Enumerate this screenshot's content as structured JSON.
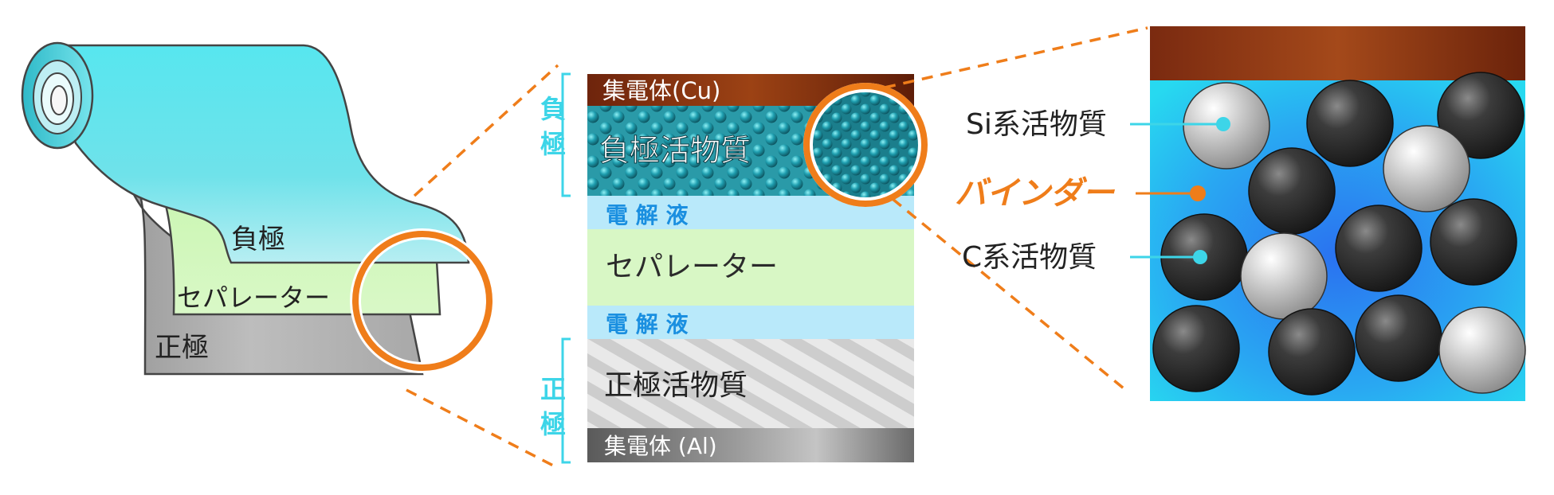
{
  "roll": {
    "anode_label": "負極",
    "separator_label": "セパレーター",
    "cathode_label": "正極"
  },
  "stack": {
    "anode_bracket": "負極",
    "cathode_bracket": "正極",
    "layers": {
      "cu_collector": "集電体(Cu)",
      "anode_active": "負極活物質",
      "electrolyte_top": "電 解 液",
      "separator": "セパレーター",
      "electrolyte_bottom": "電 解 液",
      "cathode_active": "正極活物質",
      "al_collector": "集電体 (Al)"
    }
  },
  "magnified": {
    "si_label": "Si系活物質",
    "binder_label": "バインダー",
    "c_label": "C系活物質"
  },
  "colors": {
    "accent_orange": "#ef7d1a",
    "cyan": "#37d2e6",
    "binder_blue": "#1f8ff0",
    "cu_brown": "#7a2a10"
  }
}
